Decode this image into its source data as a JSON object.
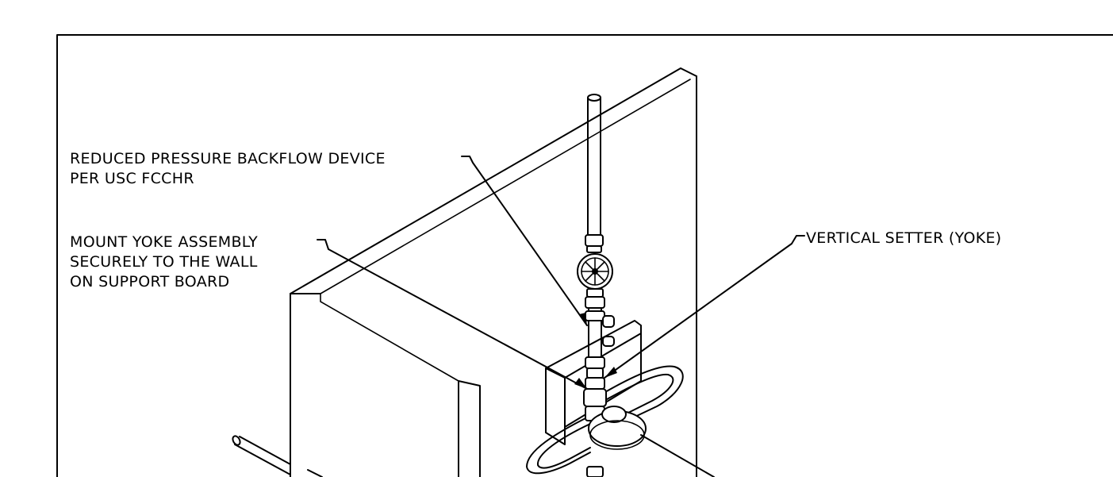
{
  "callouts": {
    "backflow_device_line1": "REDUCED PRESSURE BACKFLOW DEVICE",
    "backflow_device_line2": "PER USC FCCHR",
    "mount_yoke_line1": "MOUNT YOKE ASSEMBLY",
    "mount_yoke_line2": "SECURELY TO THE WALL",
    "mount_yoke_line3": "ON SUPPORT BOARD",
    "vertical_setter": "VERTICAL SETTER (YOKE)"
  }
}
